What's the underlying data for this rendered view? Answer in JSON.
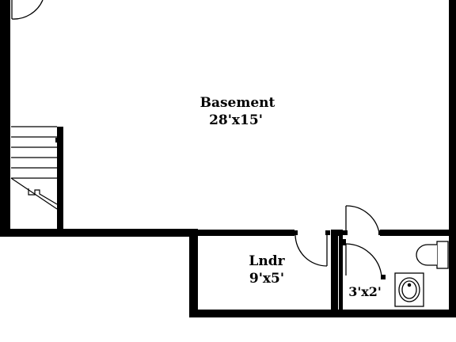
{
  "floor_plan": {
    "rooms": [
      {
        "name": "Basement",
        "dimensions": "28'x15'"
      },
      {
        "name": "Lndr",
        "dimensions": "9'x5'"
      },
      {
        "name": "",
        "dimensions": "3'x2'"
      }
    ]
  },
  "colors": {
    "wall": "#000000",
    "background": "#ffffff",
    "line": "#000000"
  },
  "icons": [
    "door-swing-icon",
    "stairs-icon",
    "toilet-icon",
    "sink-icon"
  ]
}
